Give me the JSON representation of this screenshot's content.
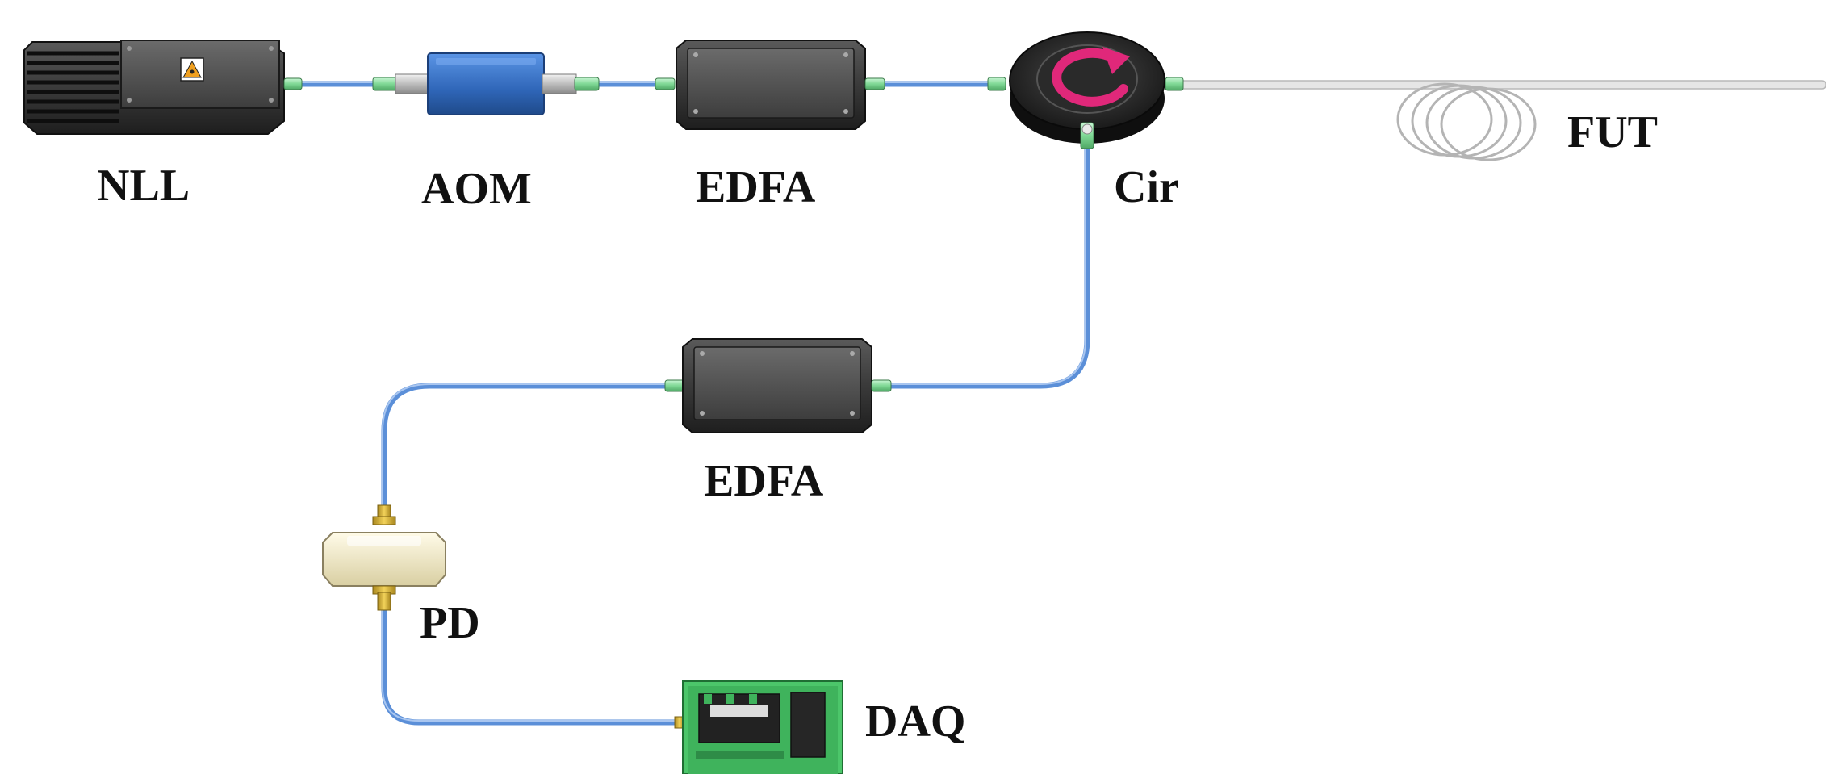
{
  "labels": {
    "nll": "NLL",
    "aom": "AOM",
    "edfa_top": "EDFA",
    "circulator": "Cir",
    "fut": "FUT",
    "edfa_bottom": "EDFA",
    "pd": "PD",
    "daq": "DAQ"
  },
  "colors": {
    "fiber": "#5b8fd8",
    "connector": "#8fe0a6",
    "housing": "#2b2b2b",
    "aom_body": "#3a74c9",
    "circulator_arrow": "#e0287a",
    "pd_body": "#f6efcf",
    "pd_connector": "#d8b840",
    "daq_board": "#4cc66a",
    "fut_fiber": "#c8c8c8"
  },
  "icons": {
    "laser_warning": "laser-warning-icon",
    "circulator_arrow": "circular-arrow-icon"
  }
}
